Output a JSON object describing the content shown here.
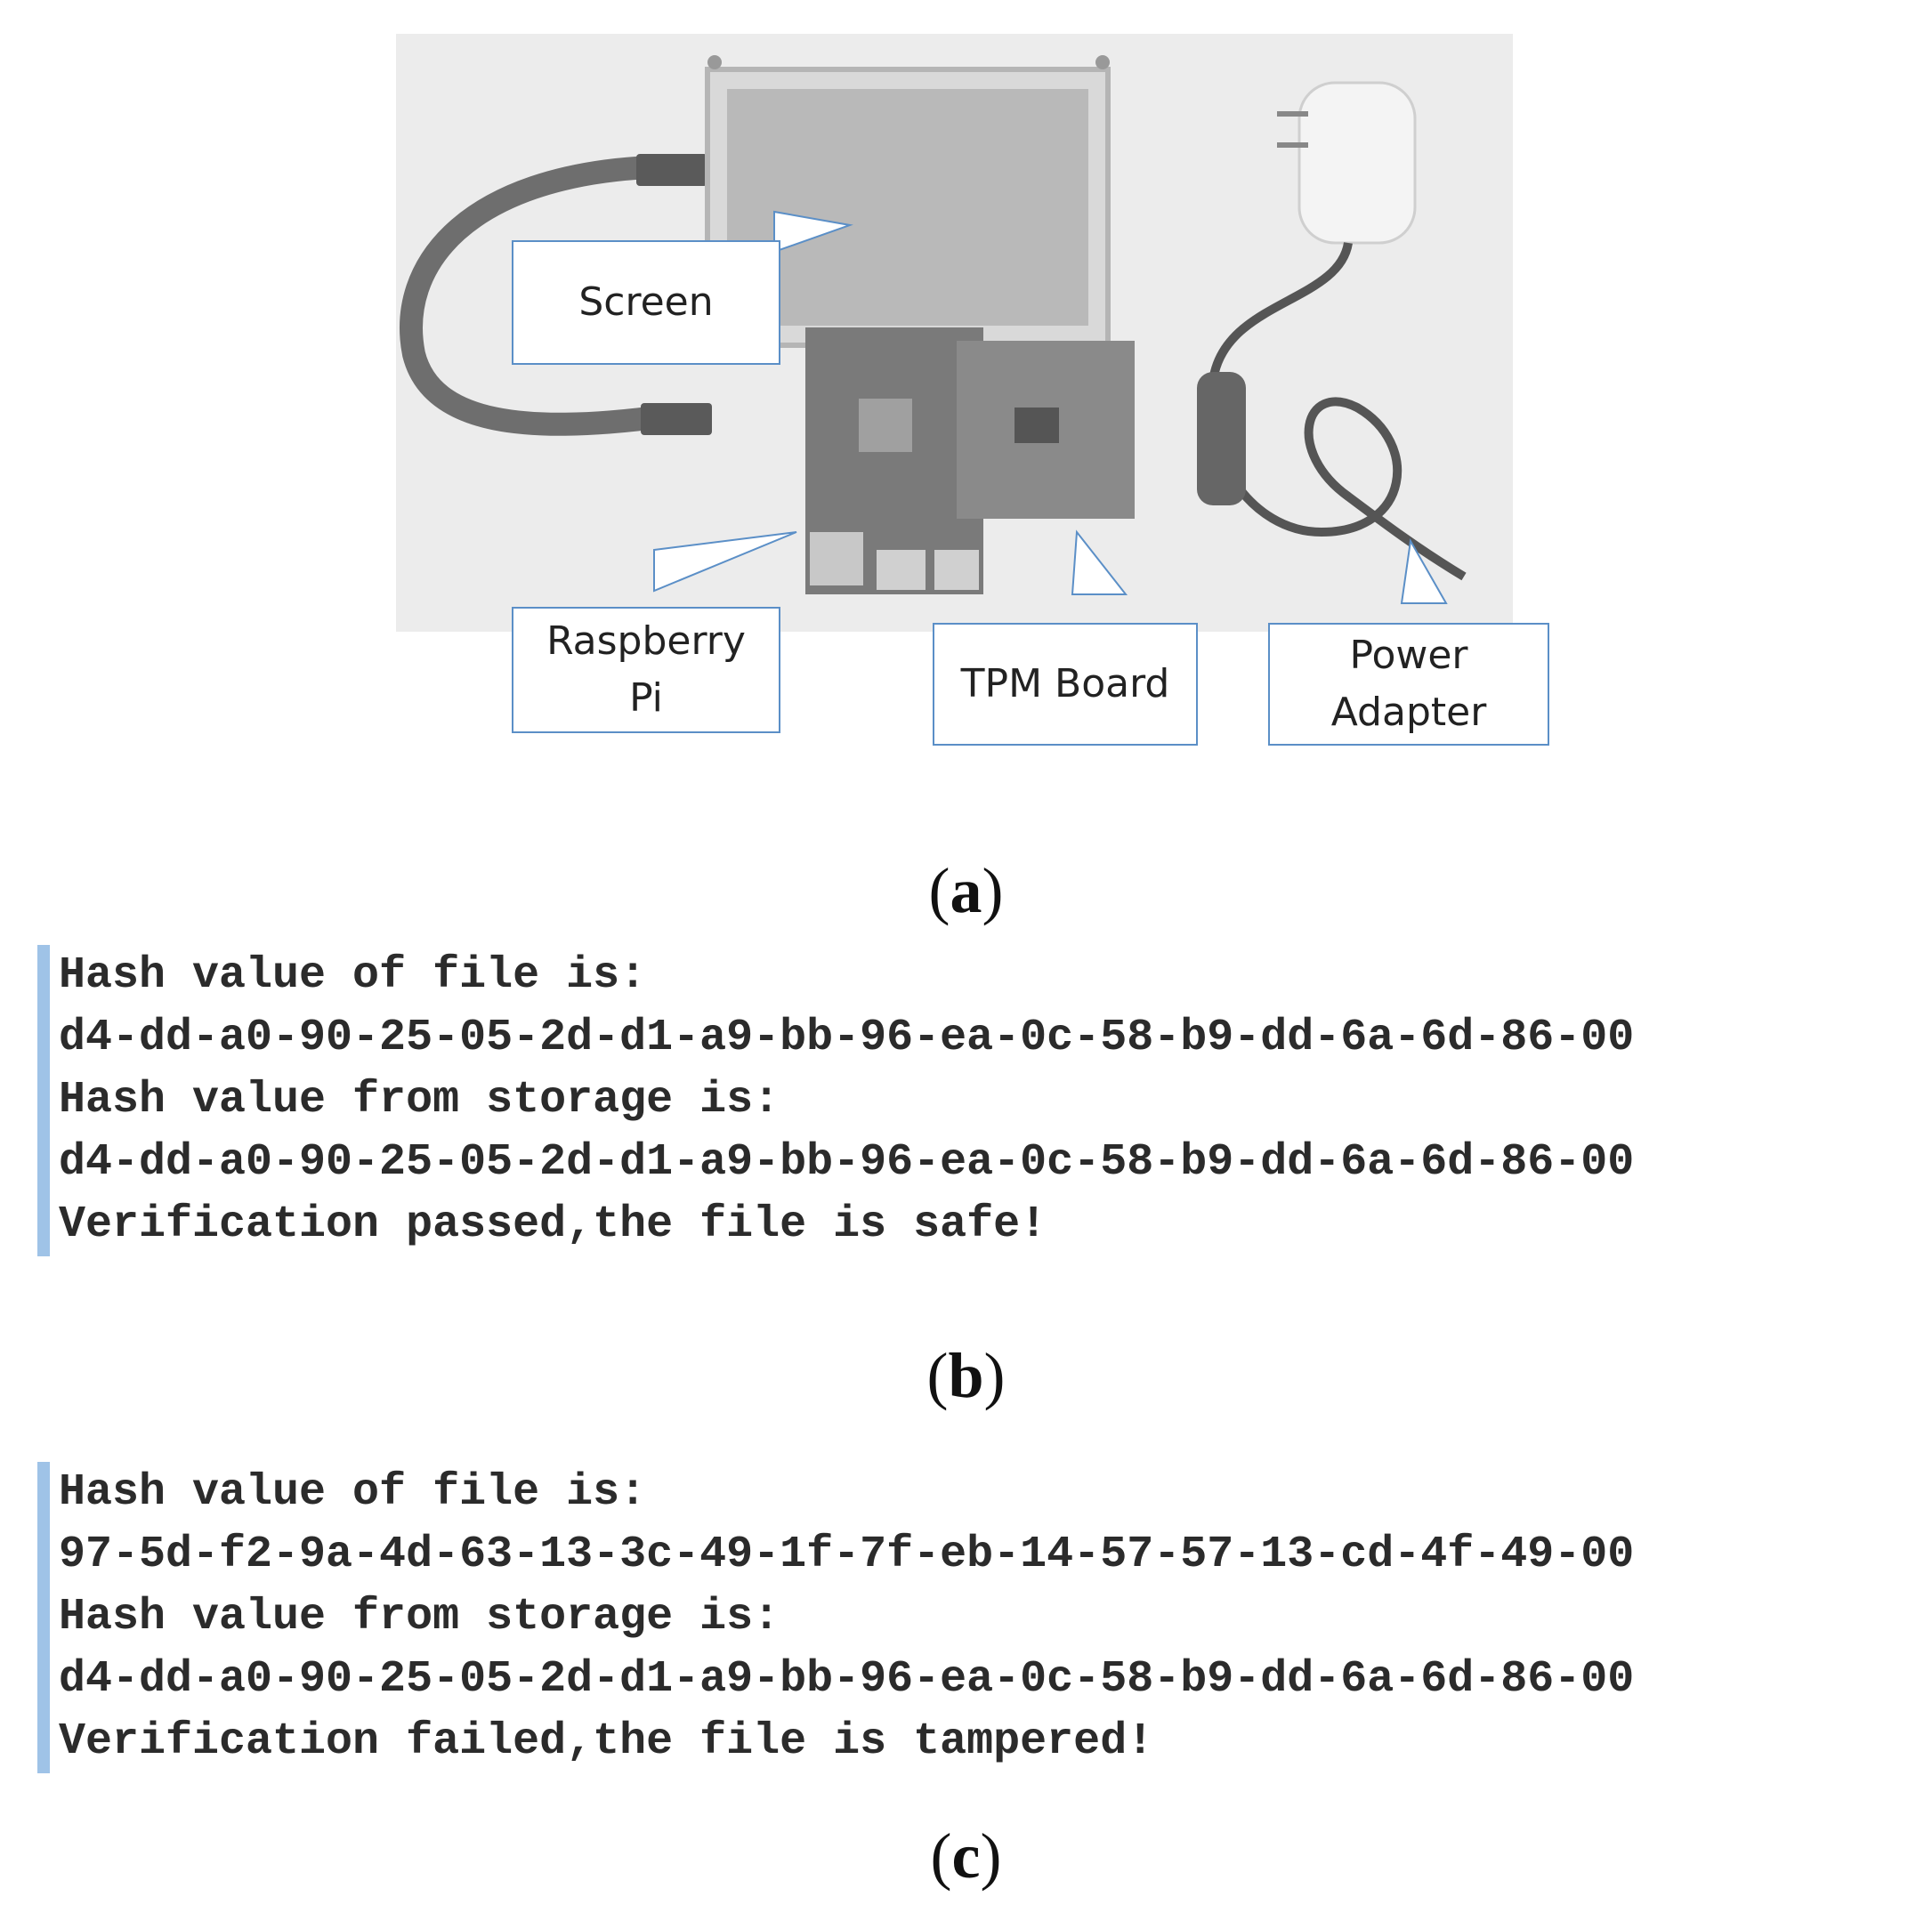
{
  "figure_a": {
    "callouts": {
      "screen": "Screen",
      "raspberry_pi": "Raspberry\nPi",
      "tpm_board": "TPM Board",
      "power_adapter": "Power\nAdapter"
    },
    "caption_letter": "a"
  },
  "figure_b": {
    "lines": [
      "Hash value of file is:",
      "d4-dd-a0-90-25-05-2d-d1-a9-bb-96-ea-0c-58-b9-dd-6a-6d-86-00",
      "Hash value from storage is:",
      "d4-dd-a0-90-25-05-2d-d1-a9-bb-96-ea-0c-58-b9-dd-6a-6d-86-00",
      "Verification passed,the file is safe!"
    ],
    "caption_letter": "b"
  },
  "figure_c": {
    "lines": [
      "Hash value of file is:",
      "97-5d-f2-9a-4d-63-13-3c-49-1f-7f-eb-14-57-57-13-cd-4f-49-00",
      "Hash value from storage is:",
      "d4-dd-a0-90-25-05-2d-d1-a9-bb-96-ea-0c-58-b9-dd-6a-6d-86-00",
      "Verification failed,the file is tampered!"
    ],
    "caption_letter": "c"
  },
  "colors": {
    "callout_border": "#5b8fc7",
    "terminal_bar": "#9fc3e7"
  }
}
